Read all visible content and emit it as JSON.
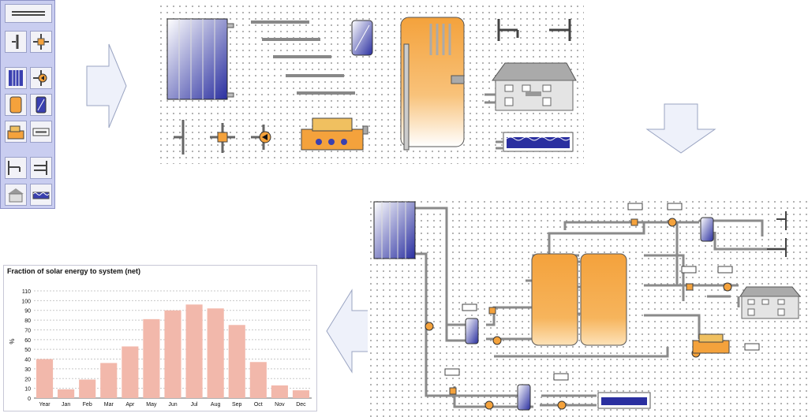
{
  "colors": {
    "palette_bg": "#c9cdf0",
    "collector": "#2a2fa0",
    "tank": "#f4a23c",
    "pipe": "#8a8a8a",
    "bar": "#f2b8ab",
    "arrow_fill": "#eef1fa",
    "arrow_stroke": "#9aa4c2"
  },
  "palette": {
    "icons": [
      "pipe-icon",
      "pipe-tee-icon",
      "valve-cross-icon",
      "solar-collector-icon",
      "pump-icon",
      "storage-tank-icon",
      "heat-exchanger-icon",
      "boiler-icon",
      "controller-icon",
      "tap-icon",
      "cold-water-icon",
      "house-icon",
      "pool-icon"
    ]
  },
  "chart_data": {
    "type": "bar",
    "title": "Fraction of solar energy to system (net)",
    "ylabel": "%",
    "xlabel": "",
    "categories": [
      "Year",
      "Jan",
      "Feb",
      "Mar",
      "Apr",
      "May",
      "Jun",
      "Jul",
      "Aug",
      "Sep",
      "Oct",
      "Nov",
      "Dec"
    ],
    "values": [
      40,
      9,
      19,
      36,
      53,
      81,
      90,
      96,
      92,
      75,
      37,
      13,
      8
    ],
    "ylim": [
      0,
      110
    ],
    "yticks": [
      0,
      10,
      20,
      30,
      40,
      50,
      60,
      70,
      80,
      90,
      100,
      110
    ],
    "grid": true,
    "color": "#f2b8ab"
  }
}
